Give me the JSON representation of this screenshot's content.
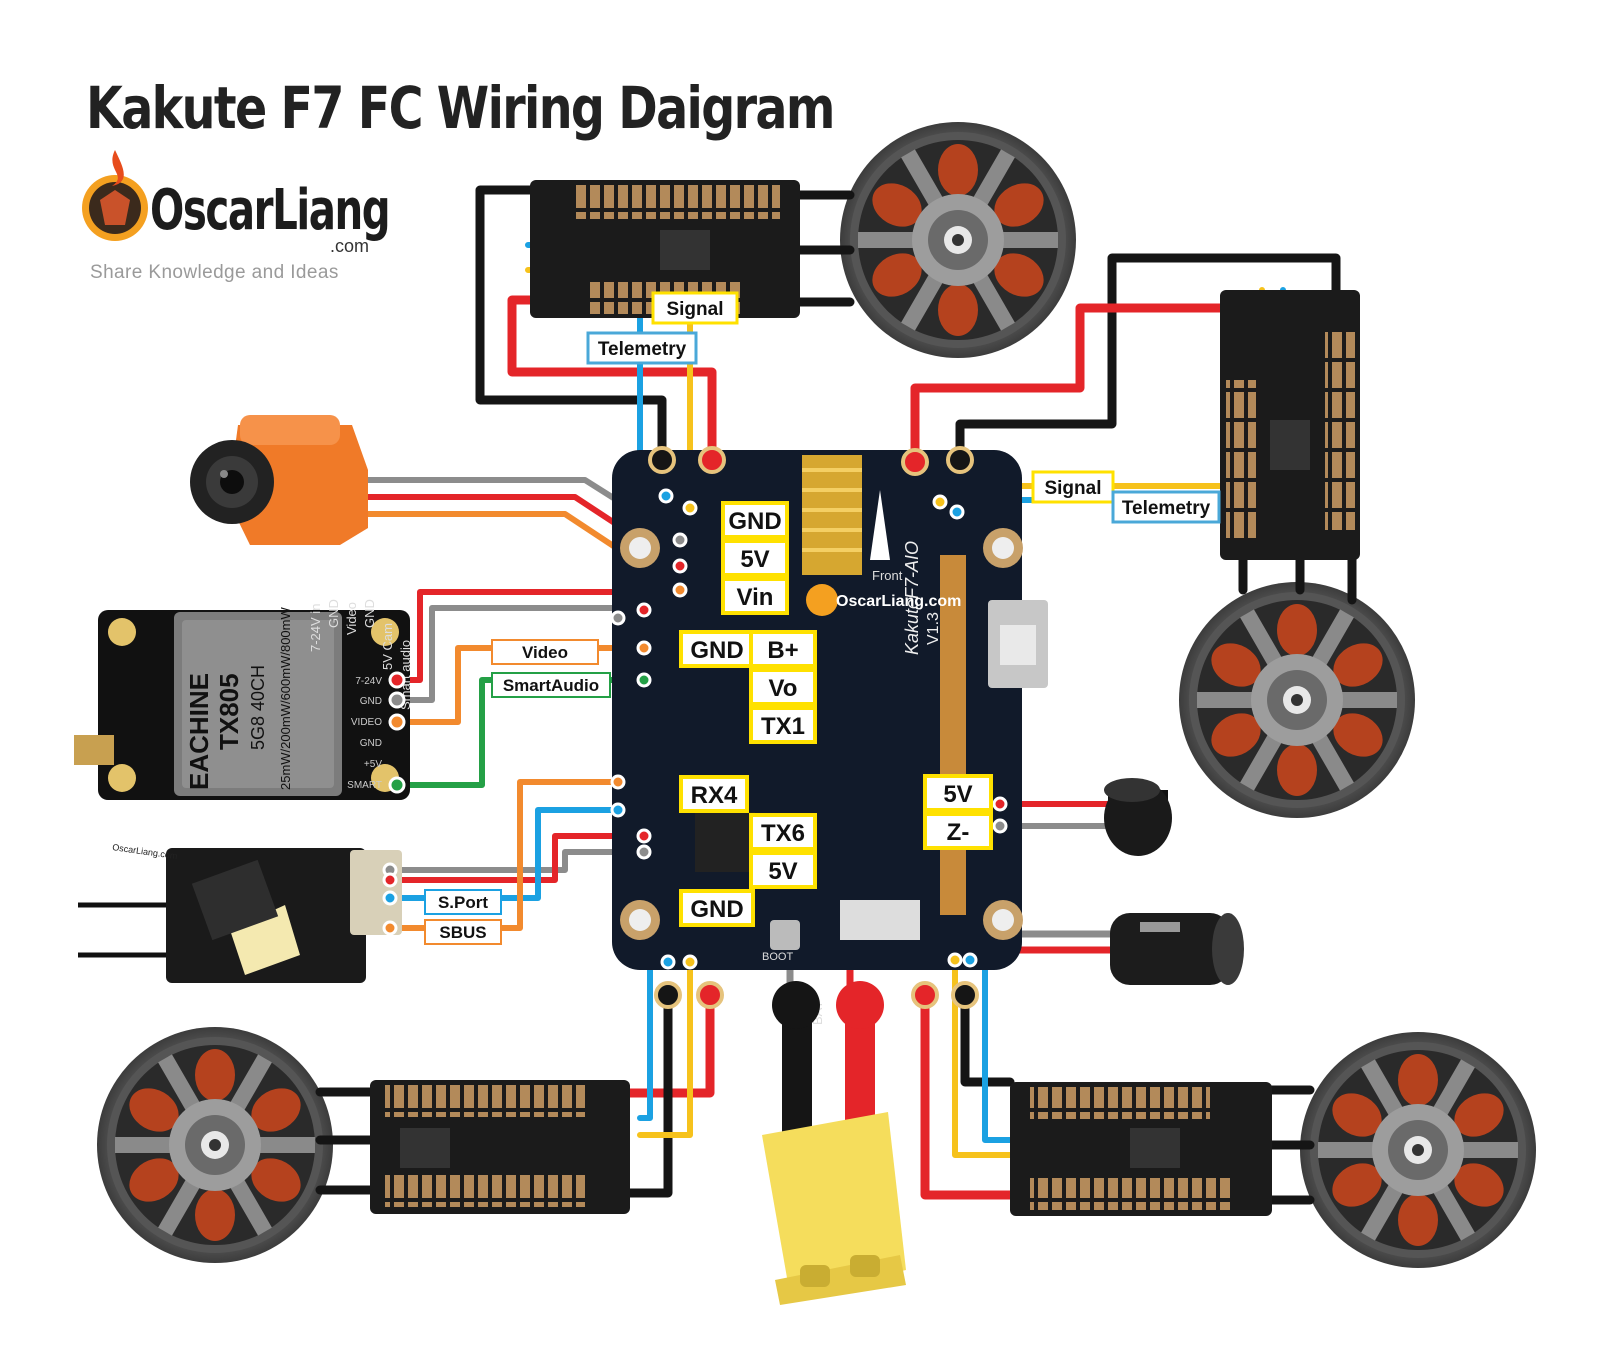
{
  "title": "Kakute F7 FC Wiring Daigram",
  "brand": {
    "name": "OscarLiang",
    "suffix": ".com",
    "tagline": "Share Knowledge and Ideas"
  },
  "esc_labels": {
    "signal": "Signal",
    "telemetry": "Telemetry"
  },
  "fc_pads": {
    "gnd_top": "GND",
    "fiveV_top": "5V",
    "vin": "Vin",
    "gnd_mid": "GND",
    "bplus": "B+",
    "vo": "Vo",
    "tx1": "TX1",
    "rx4": "RX4",
    "tx6": "TX6",
    "fiveV_bottom": "5V",
    "gnd_bottom": "GND",
    "buzzer_5v": "5V",
    "buzzer_z": "Z-"
  },
  "vtx": {
    "brand": "EACHINE",
    "model": "TX805",
    "band": "5G8 40CH",
    "power": "25mW/200mW/600mW/800mW",
    "pins": [
      "7-24V in",
      "GND",
      "Video",
      "GND",
      "5V Cam",
      "Smart audio"
    ],
    "pins_right": [
      "7-24V",
      "GND",
      "VIDEO",
      "GND",
      "+5V",
      "SMART"
    ]
  },
  "wire_labels": {
    "video": "Video",
    "smartaudio": "SmartAudio",
    "sport": "S.Port",
    "sbus": "SBUS"
  },
  "board": {
    "name": "KakuteF7-AIO",
    "version": "V1.3",
    "front": "Front",
    "boot": "BOOT",
    "bat": "BAT",
    "brand": "OscarLiang.com"
  },
  "receiver_brand": "OscarLiang.com",
  "colors": {
    "red": "#e42529",
    "black": "#151515",
    "blue": "#1ba1e2",
    "yellow": "#f6c21c",
    "orange": "#f28a2e",
    "gray": "#8c8c8c",
    "green": "#24a046",
    "label_yellow": "#ffe100",
    "label_blue": "#4aa8d8"
  }
}
